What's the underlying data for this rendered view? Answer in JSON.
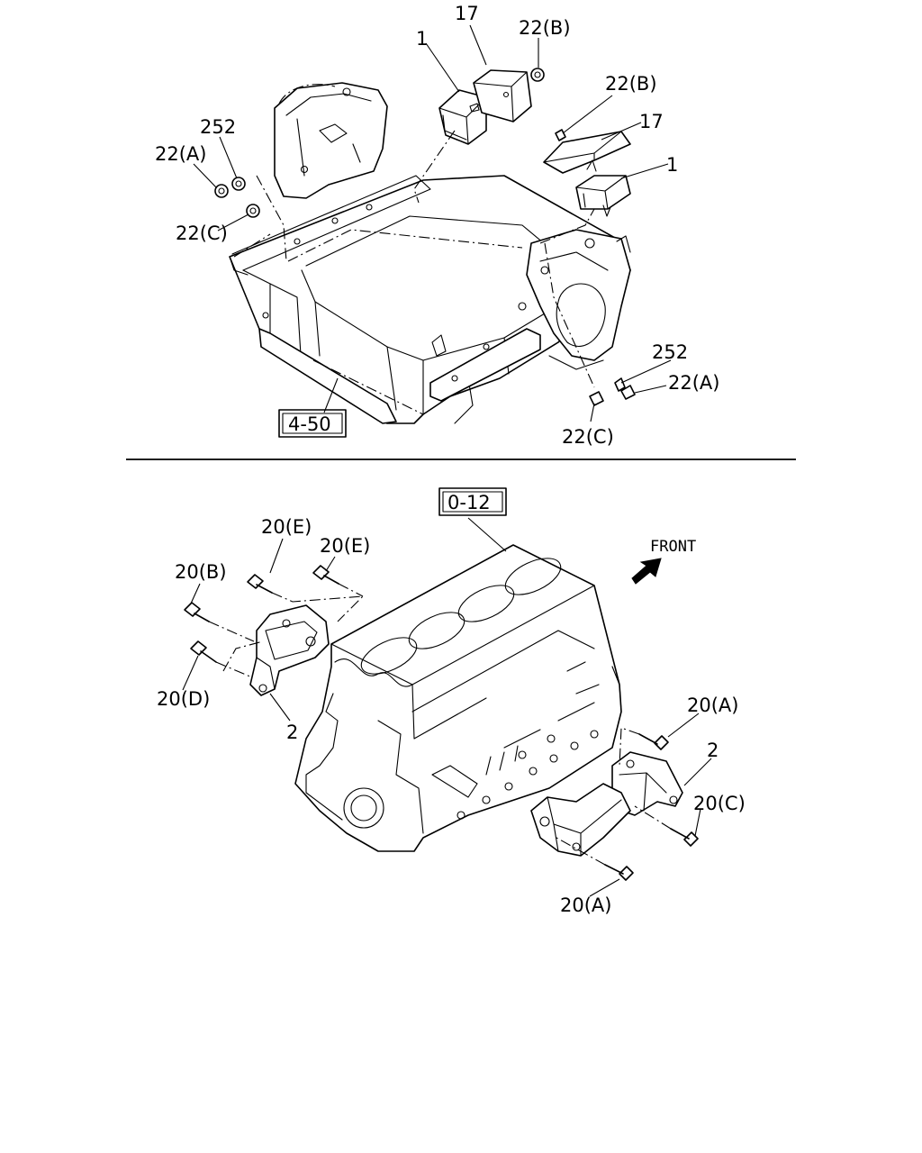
{
  "upper": {
    "part_17_left": "17",
    "part_22b_left": "22(B)",
    "part_1_left": "1",
    "part_22b_right": "22(B)",
    "part_17_right": "17",
    "part_1_right": "1",
    "part_252_left": "252",
    "part_22a_left": "22(A)",
    "part_22c_left": "22(C)",
    "ref_box": "4-50",
    "part_252_right": "252",
    "part_22a_right": "22(A)",
    "part_22c_right": "22(C)"
  },
  "lower": {
    "ref_box": "0-12",
    "front_label": "FRONT",
    "part_20e_a": "20(E)",
    "part_20e_b": "20(E)",
    "part_20b": "20(B)",
    "part_20d": "20(D)",
    "part_2_left": "2",
    "part_20a_top": "20(A)",
    "part_2_right": "2",
    "part_20c": "20(C)",
    "part_20a_bottom": "20(A)"
  }
}
